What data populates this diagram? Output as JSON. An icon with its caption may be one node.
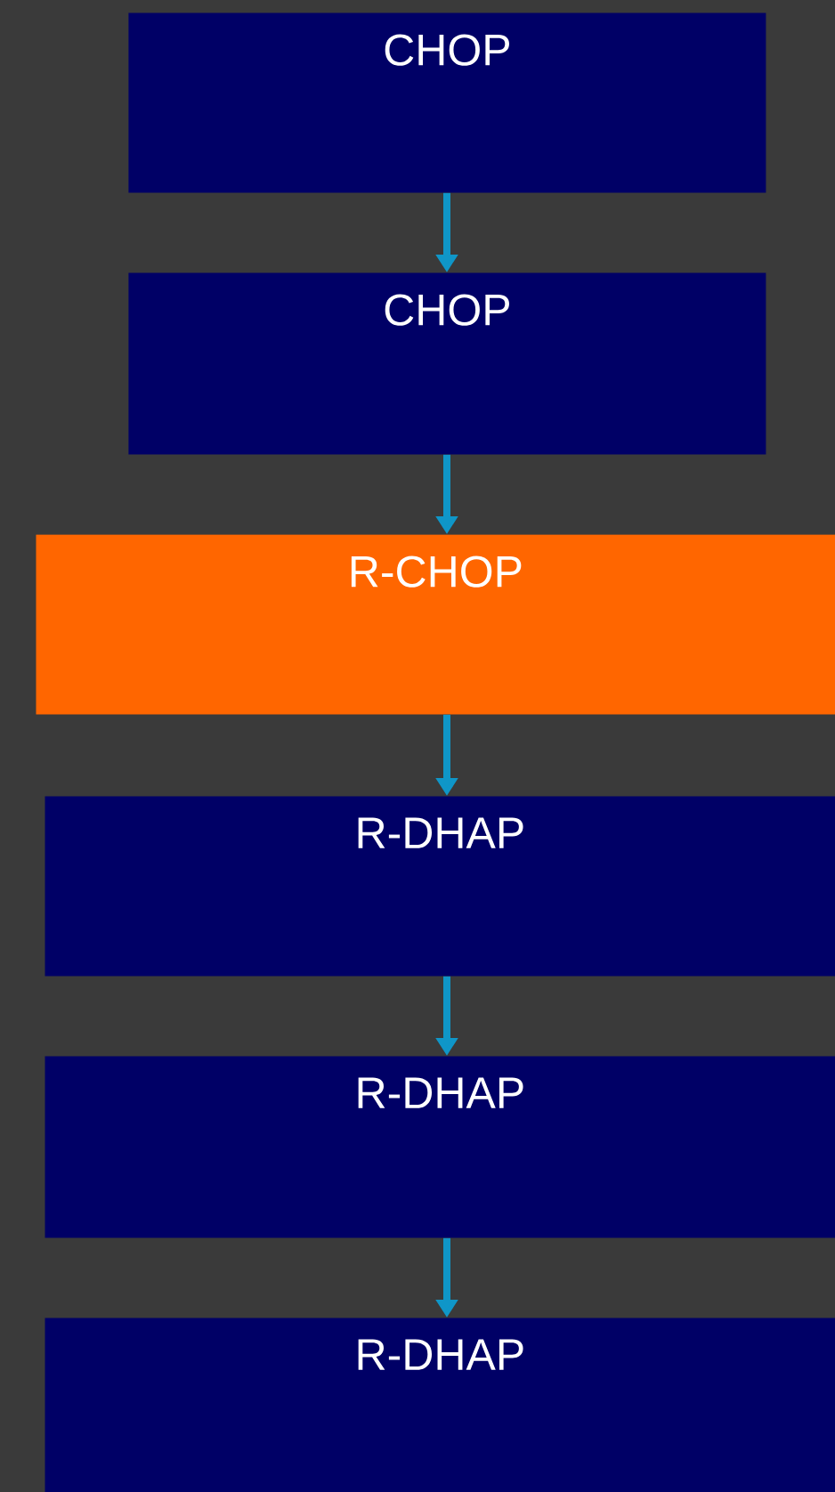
{
  "diagram": {
    "nodes": [
      {
        "text": [
          "CHOP"
        ]
      },
      {
        "text": [
          "CHOP"
        ]
      },
      {
        "text": [
          "R-CHOP"
        ]
      },
      {
        "text": [
          "R-DHAP"
        ]
      },
      {
        "text": [
          "R-DHAP"
        ]
      },
      {
        "text": [
          "R-DHAP"
        ]
      }
    ],
    "edges": [
      {
        "from": 0,
        "to": 1,
        "arrow": "to"
      },
      {
        "from": 1,
        "to": 2,
        "arrow": "to"
      },
      {
        "from": 2,
        "to": 3,
        "arrow": "to"
      },
      {
        "from": 3,
        "to": 4,
        "arrow": "to"
      },
      {
        "from": 4,
        "to": 5,
        "arrow": "to"
      }
    ]
  }
}
